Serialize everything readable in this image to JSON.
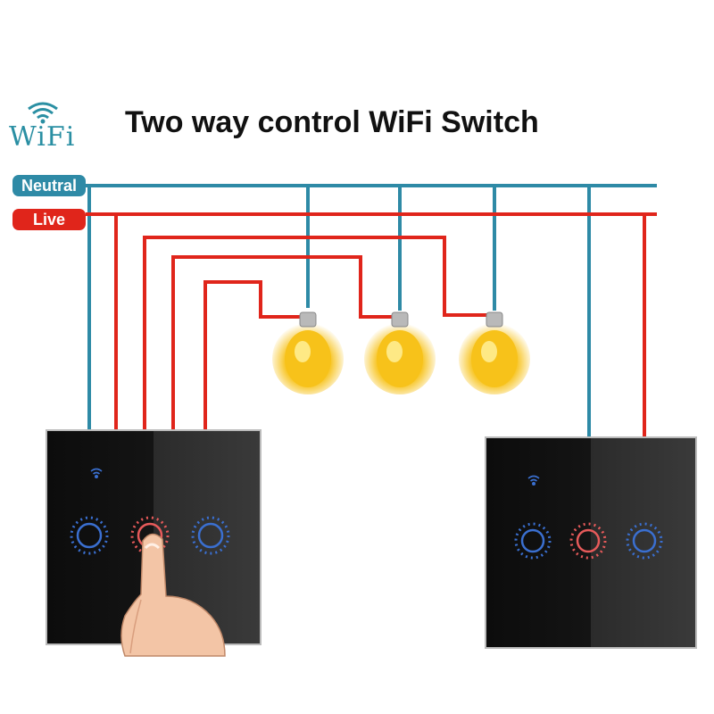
{
  "title": "Two way control WiFi Switch",
  "logo": {
    "text": "WiFi",
    "icon": "wifi-icon"
  },
  "labels": {
    "neutral": "Neutral",
    "live": "Live"
  },
  "colors": {
    "neutral_wire": "#2e8aa6",
    "live_wire": "#e0251b",
    "panel": "#1a1a1a",
    "bulb": "#f7c21a",
    "touch_ring_blue": "#3a6fd0",
    "touch_ring_red": "#e65a5a"
  },
  "switches": [
    {
      "gangs": 3,
      "active_gang": 2,
      "hand_icon": "finger-press-icon"
    },
    {
      "gangs": 3,
      "active_gang": 2
    }
  ],
  "bulbs": 3
}
